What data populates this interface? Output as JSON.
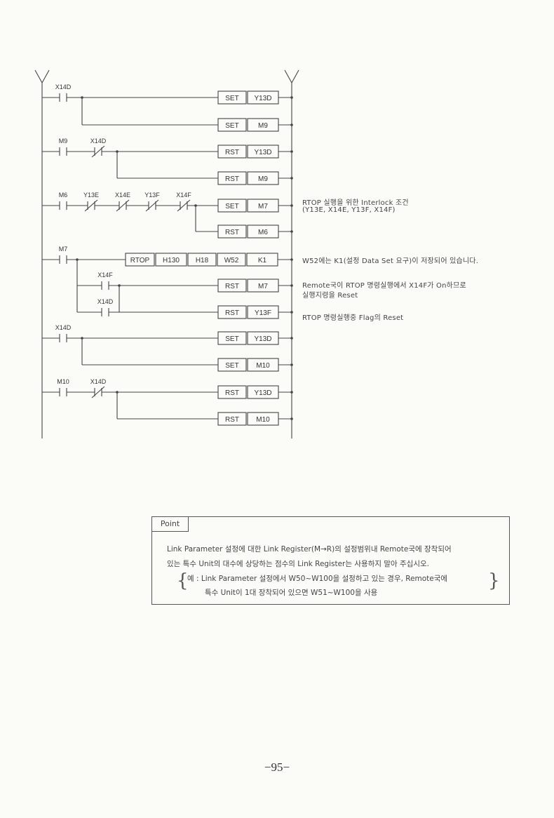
{
  "ladder": {
    "rungs": [
      {
        "contacts": [
          {
            "label": "X14D",
            "type": "NO"
          }
        ],
        "outputs": [
          {
            "cmd": "SET",
            "dev": "Y13D"
          },
          {
            "cmd": "SET",
            "dev": "M9"
          }
        ]
      },
      {
        "contacts": [
          {
            "label": "M9",
            "type": "NO"
          },
          {
            "label": "X14D",
            "type": "NC"
          }
        ],
        "outputs": [
          {
            "cmd": "RST",
            "dev": "Y13D"
          },
          {
            "cmd": "RST",
            "dev": "M9"
          }
        ]
      },
      {
        "contacts": [
          {
            "label": "M6",
            "type": "NO"
          },
          {
            "label": "Y13E",
            "type": "NC"
          },
          {
            "label": "X14E",
            "type": "NC"
          },
          {
            "label": "Y13F",
            "type": "NC"
          },
          {
            "label": "X14F",
            "type": "NC"
          }
        ],
        "outputs": [
          {
            "cmd": "SET",
            "dev": "M7"
          },
          {
            "cmd": "RST",
            "dev": "M6"
          }
        ]
      },
      {
        "contacts": [
          {
            "label": "M7",
            "type": "NO"
          }
        ],
        "rtop": [
          "RTOP",
          "H130",
          "H18",
          "W52",
          "K1"
        ],
        "branch_contacts": [
          {
            "label": "X14F",
            "type": "NO"
          },
          {
            "label": "X14D",
            "type": "NO"
          }
        ],
        "outputs": [
          {
            "cmd": "RST",
            "dev": "M7"
          },
          {
            "cmd": "RST",
            "dev": "Y13F"
          }
        ]
      },
      {
        "contacts": [
          {
            "label": "X14D",
            "type": "NO"
          }
        ],
        "outputs": [
          {
            "cmd": "SET",
            "dev": "Y13D"
          },
          {
            "cmd": "SET",
            "dev": "M10"
          }
        ]
      },
      {
        "contacts": [
          {
            "label": "M10",
            "type": "NO"
          },
          {
            "label": "X14D",
            "type": "NC"
          }
        ],
        "outputs": [
          {
            "cmd": "RST",
            "dev": "Y13D"
          },
          {
            "cmd": "RST",
            "dev": "M10"
          }
        ]
      }
    ]
  },
  "notes": {
    "interlock_line1": "RTOP 실행을 위한 Interlock 조건",
    "interlock_line2": "(Y13E, X14E, Y13F, X14F)",
    "w52": "W52에는 K1(설정 Data Set 요구)이 저장되어 있습니다.",
    "remote_line1": "Remote국이 RTOP 명령실행에서 X14F가 On하므로",
    "remote_line2": "실행지령을 Reset",
    "flag": "RTOP 명령실행중 Flag의 Reset"
  },
  "point": {
    "title": "Point",
    "line1": "Link Parameter 설정에 대한 Link Register(M→R)의 설정범위내 Remote국에 장착되어",
    "line2": "있는 특수 Unit의 대수에 상당하는 점수의 Link Register는 사용하지 말아 주십시오.",
    "example1": "예 : Link Parameter 설정에서 W50~W100을 설정하고 있는 경우, Remote국에",
    "example2": "특수 Unit이 1대 장착되어 있으면 W51~W100을 사용"
  },
  "page_number": "−95−"
}
